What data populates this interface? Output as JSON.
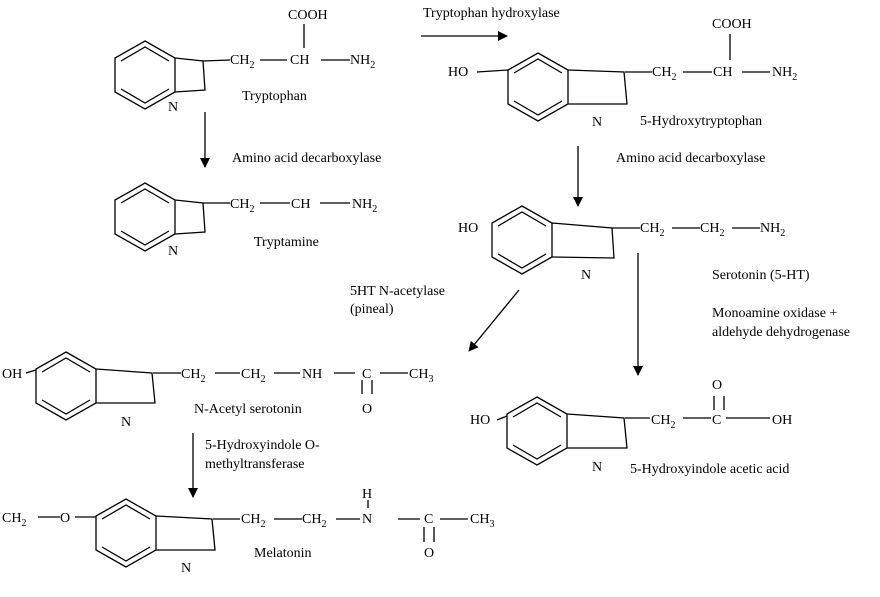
{
  "reagents": {
    "trp_hydroxylase": "Tryptophan hydroxylase",
    "aa_decarboxylase_left": "Amino acid decarboxylase",
    "aa_decarboxylase_right": "Amino acid decarboxylase",
    "nacetylase_1": "5HT N-acetylase",
    "nacetylase_2": "(pineal)",
    "mao_1": "Monoamine oxidase +",
    "mao_2": "aldehyde dehydrogenase",
    "hiomt_1": "5-Hydroxyindole O-",
    "hiomt_2": "methyltransferase"
  },
  "compounds": {
    "tryptophan": "Tryptophan",
    "hydroxytryptophan": "5-Hydroxytryptophan",
    "tryptamine": "Tryptamine",
    "serotonin": "Serotonin (5-HT)",
    "n_acetyl_serotonin": "N-Acetyl serotonin",
    "hiaa": "5-Hydroxyindole acetic acid",
    "melatonin": "Melatonin"
  },
  "atoms": {
    "cooh": "COOH",
    "ch2": "CH",
    "ch": "CH",
    "nh2": "NH",
    "nh": "NH",
    "n": "N",
    "ho": "HO",
    "oh": "OH",
    "o": "O",
    "c": "C",
    "h": "H",
    "ch3": "CH",
    "sub2": "2",
    "sub3": "3"
  }
}
